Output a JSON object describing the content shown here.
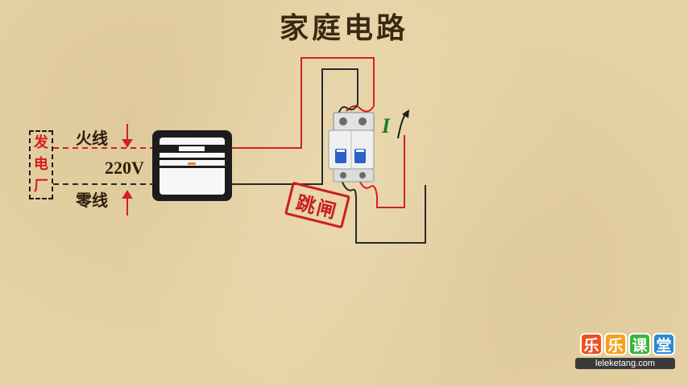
{
  "title": "家庭电路",
  "labels": {
    "live_wire": "火线",
    "neutral_wire": "零线",
    "voltage": "220V",
    "power_plant": [
      "发",
      "电",
      "厂"
    ],
    "trip_stamp": "跳闸",
    "current_symbol": "I"
  },
  "logo": {
    "tiles": [
      "乐",
      "乐",
      "课",
      "堂"
    ],
    "tile_colors": [
      "#f0501e",
      "#f5a020",
      "#3cb43c",
      "#2a8ad8"
    ],
    "url": "leleketang.com"
  },
  "colors": {
    "live_wire": "#d42020",
    "neutral_wire": "#2a2a2a",
    "current_arrow": "#1e7a28",
    "stamp": "#c8201c",
    "breaker_switch": "#2a62c8"
  }
}
